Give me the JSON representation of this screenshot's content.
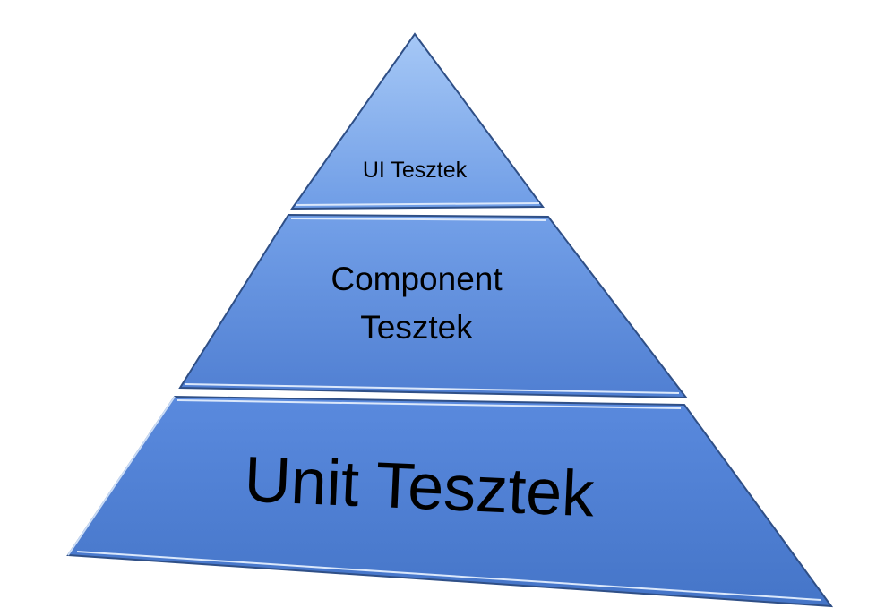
{
  "diagram": {
    "title": "Test pyramid",
    "tiers": [
      {
        "label": "UI Tesztek"
      },
      {
        "label_line1": "Component",
        "label_line2": "Tesztek"
      },
      {
        "label": "Unit Tesztek"
      }
    ],
    "colors": {
      "fill_top": "#8fb8f2",
      "fill_mid": "#5b8ee0",
      "fill_bottom": "#4a78cc",
      "edge": "#2f4f86",
      "highlight": "#dbe8fb"
    }
  }
}
